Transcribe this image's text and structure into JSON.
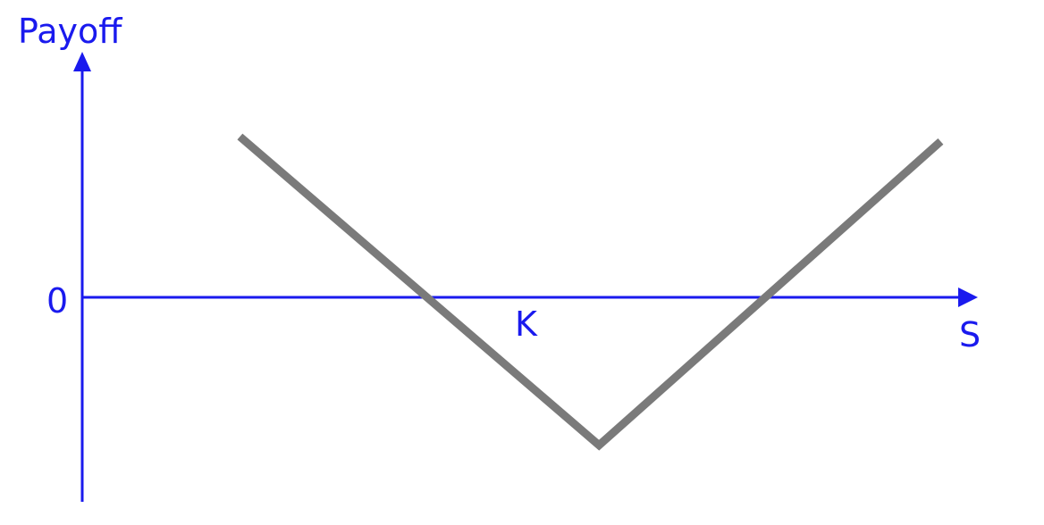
{
  "chart_data": {
    "type": "line",
    "title": "",
    "ylabel": "Payoff",
    "xlabel": "S",
    "y_tick_labels": [
      "0"
    ],
    "x_tick_labels": [
      "K"
    ],
    "grid": false,
    "xlim": [
      0,
      1
    ],
    "ylim": [
      -1.3,
      1.05
    ],
    "series": [
      {
        "x": [
          0.18,
          0.59,
          0.98
        ],
        "y": [
          1.0,
          -0.92,
          0.97
        ],
        "color": "#7a7a7a"
      }
    ],
    "axis_color": "#1a1aee"
  }
}
